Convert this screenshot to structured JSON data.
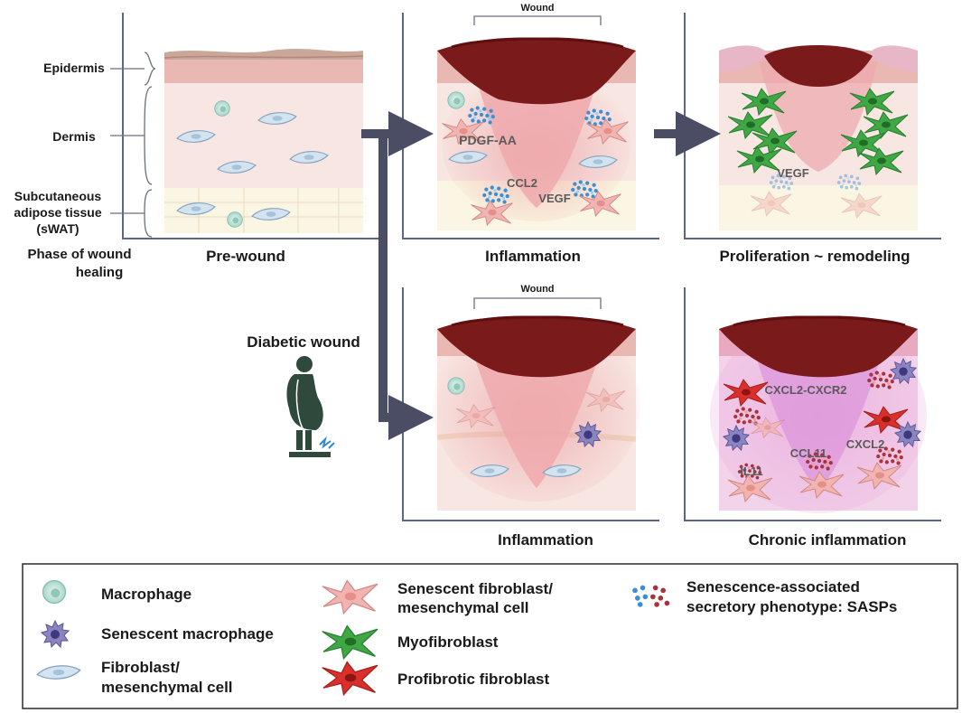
{
  "colors": {
    "frame": "#5b6788",
    "arrow": "#4a4d63",
    "scab": "#7a1a1a",
    "epidermis": "#e9b8b2",
    "dermis": "#f8e6e2",
    "swat": "#fbf6e3",
    "macrophage": "#b9dcd3",
    "senescent_macrophage": "#6f67a8",
    "fibroblast": "#d3e3ef",
    "senescent_fibroblast": "#f2b4b0",
    "myofibroblast": "#3fa845",
    "profibrotic_fibroblast": "#d9302c",
    "sasp_blue": "#3a8fd6",
    "sasp_red": "#a8343a",
    "person": "#2f4a3d"
  },
  "layer_labels": {
    "epidermis": "Epidermis",
    "dermis": "Dermis",
    "swat_1": "Subcutaneous",
    "swat_2": "adipose tissue",
    "swat_3": "(sWAT)"
  },
  "row_label": {
    "line1": "Phase of wound",
    "line2": "healing"
  },
  "panels": {
    "pre_wound": {
      "title": "Pre-wound"
    },
    "inflammation": {
      "title": "Inflammation",
      "bracket": "Wound",
      "cytokines": [
        "PDGF-AA",
        "CCL2",
        "VEGF"
      ]
    },
    "proliferation": {
      "title": "Proliferation ~ remodeling",
      "cytokines": [
        "VEGF"
      ]
    },
    "diabetic_inflammation": {
      "title": "Inflammation",
      "bracket": "Wound"
    },
    "chronic": {
      "title": "Chronic inflammation",
      "cytokines": [
        "CXCL2-CXCR2",
        "CCL11",
        "CXCL2",
        "IL11"
      ]
    }
  },
  "diabetic_label": "Diabetic wound",
  "legend": {
    "macrophage": "Macrophage",
    "senescent_macrophage": "Senescent macrophage",
    "fibroblast_1": "Fibroblast/",
    "fibroblast_2": "mesenchymal cell",
    "senescent_fibroblast_1": "Senescent fibroblast/",
    "senescent_fibroblast_2": "mesenchymal cell",
    "myofibroblast": "Myofibroblast",
    "profibrotic": "Profibrotic fibroblast",
    "sasp_1": "Senescence-associated",
    "sasp_2": "secretory phenotype: SASPs"
  }
}
